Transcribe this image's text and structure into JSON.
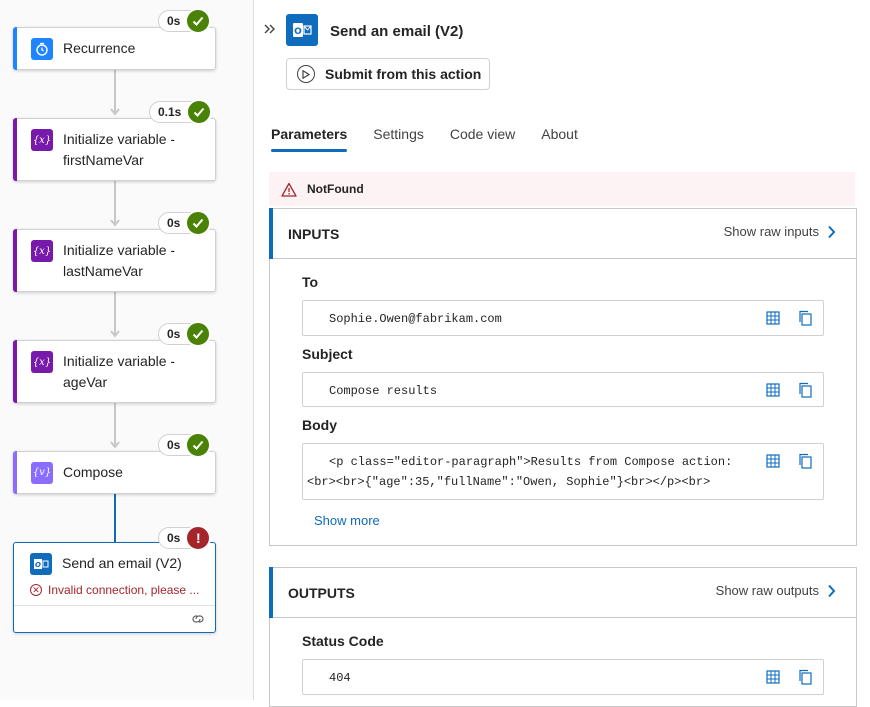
{
  "canvas": {
    "nodes": [
      {
        "title": "Recurrence",
        "duration": "0s",
        "status": "success"
      },
      {
        "title": "Initialize variable - firstNameVar",
        "duration": "0.1s",
        "status": "success"
      },
      {
        "title": "Initialize variable - lastNameVar",
        "duration": "0s",
        "status": "success"
      },
      {
        "title": "Initialize variable - ageVar",
        "duration": "0s",
        "status": "success"
      },
      {
        "title": "Compose",
        "duration": "0s",
        "status": "success"
      },
      {
        "title": "Send an email (V2)",
        "duration": "0s",
        "status": "error",
        "error_text": "Invalid connection, please ..."
      }
    ],
    "icon_glyph": "{x}",
    "compose_glyph": "{v}",
    "error_mark": "!"
  },
  "panel": {
    "title": "Send an email (V2)",
    "submit_label": "Submit from this action",
    "tabs": [
      {
        "label": "Parameters",
        "active": true
      },
      {
        "label": "Settings",
        "active": false
      },
      {
        "label": "Code view",
        "active": false
      },
      {
        "label": "About",
        "active": false
      }
    ],
    "alert": {
      "icon": "warning-icon",
      "text": "NotFound"
    },
    "inputs": {
      "title": "INPUTS",
      "link": "Show raw inputs",
      "fields": [
        {
          "label": "To",
          "value": "Sophie.Owen@fabrikam.com"
        },
        {
          "label": "Subject",
          "value": "Compose results"
        },
        {
          "label": "Body",
          "value_line1": "<p class=\"editor-paragraph\">Results from Compose action:",
          "value_line2": "<br><br>{\"age\":35,\"fullName\":\"Owen, Sophie\"}<br></p><br>"
        }
      ],
      "show_more": "Show more"
    },
    "outputs": {
      "title": "OUTPUTS",
      "link": "Show raw outputs",
      "fields": [
        {
          "label": "Status Code",
          "value": "404"
        }
      ]
    }
  },
  "colors": {
    "accent": "#0f6cbd",
    "success": "#498205",
    "error": "#a4262c",
    "variable": "#7719aa",
    "alert_bg": "#fdf3f4"
  }
}
